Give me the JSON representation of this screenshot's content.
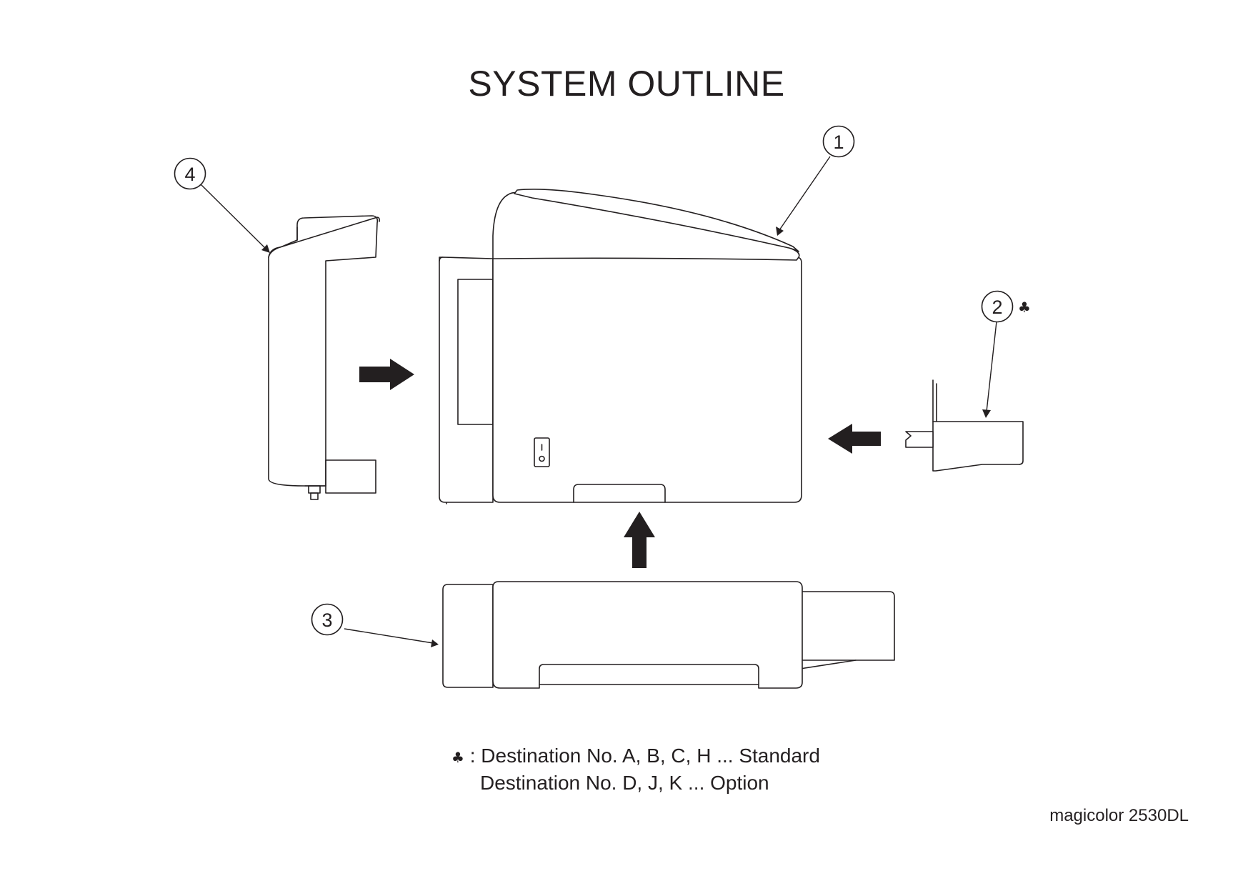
{
  "title": "SYSTEM OUTLINE",
  "callouts": [
    {
      "id": "1",
      "label": "1"
    },
    {
      "id": "2",
      "label": "2",
      "marker": "♣"
    },
    {
      "id": "3",
      "label": "3"
    },
    {
      "id": "4",
      "label": "4"
    }
  ],
  "note": {
    "symbol": "♣",
    "separator": ":",
    "line1": "Destination No. A, B, C, H ... Standard",
    "line2": "Destination No. D, J, K ... Option"
  },
  "model": "magicolor 2530DL"
}
